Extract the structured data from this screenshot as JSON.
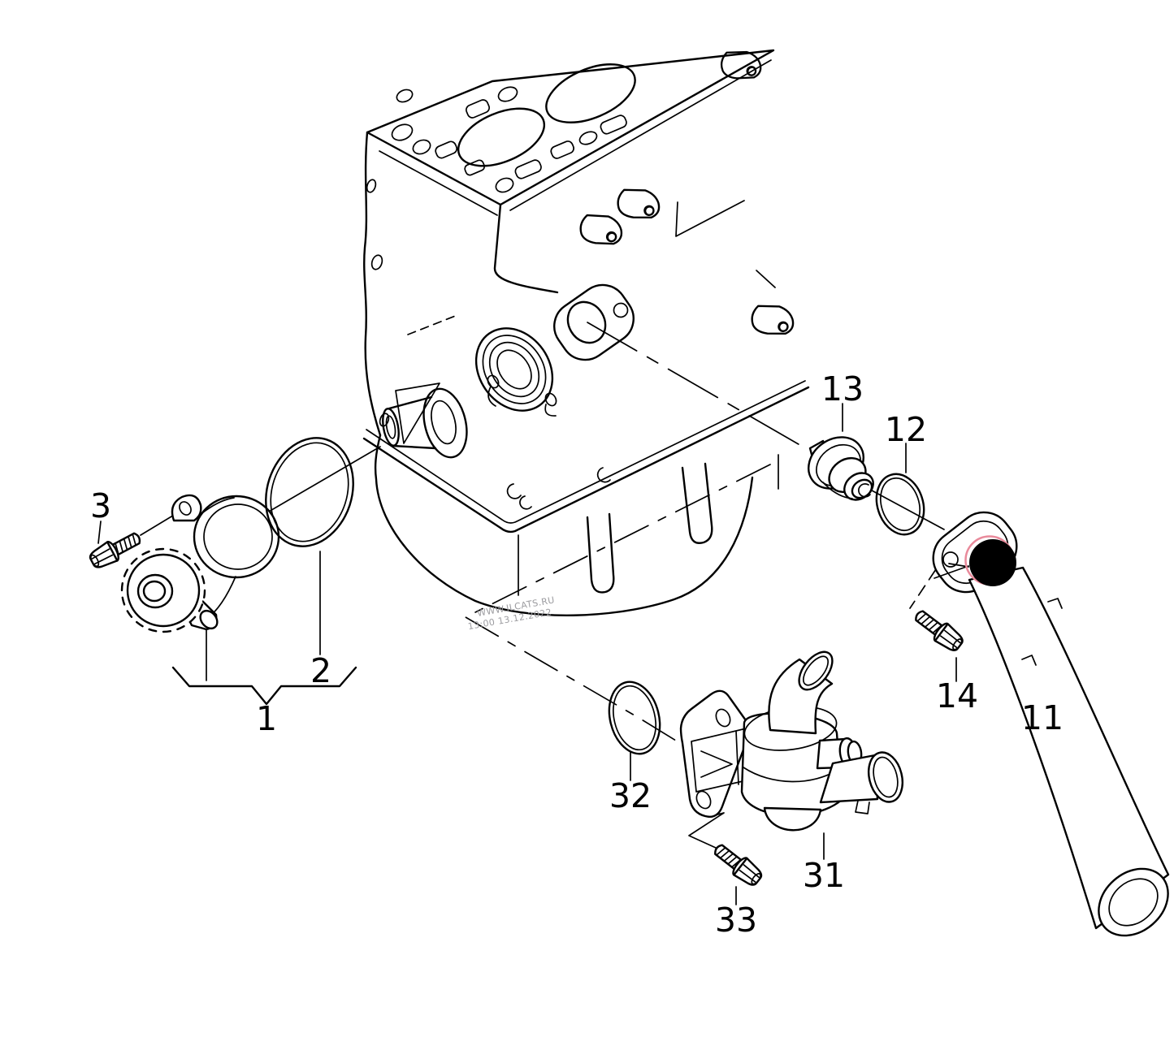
{
  "diagram": {
    "background": "#ffffff",
    "line_color": "#000000",
    "highlight": {
      "dot_color": "#000000",
      "edge_accent_color": "#e98a9b"
    },
    "watermark": {
      "line1": "WWW.ILCATS.RU",
      "line2": "13:00 13.12.2022",
      "color": "#9c9ca0"
    },
    "callouts": {
      "c1": "1",
      "c2": "2",
      "c3": "3",
      "c11": "11",
      "c12": "12",
      "c13": "13",
      "c14": "14",
      "c31": "31",
      "c32": "32",
      "c33": "33"
    }
  }
}
